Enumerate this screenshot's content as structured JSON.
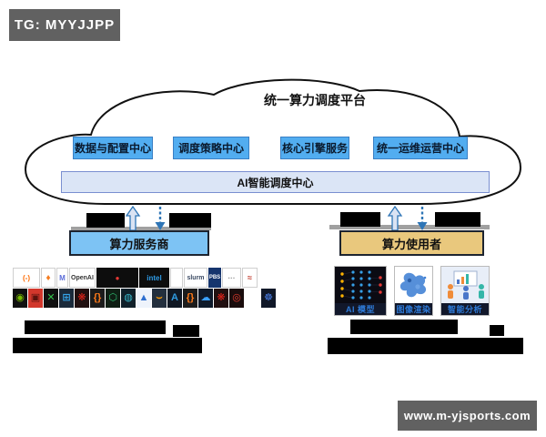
{
  "watermark_top": {
    "label": "TG: MYYJJPP"
  },
  "watermark_bottom": {
    "label": "www.m-yjsports.com"
  },
  "cloud": {
    "title": "统一算力调度平台",
    "modules": [
      {
        "label": "数据与配置中心"
      },
      {
        "label": "调度策略中心"
      },
      {
        "label": "核心引擎服务"
      },
      {
        "label": "统一运维运营中心"
      }
    ],
    "ai_center": "AI智能调度中心"
  },
  "provider": {
    "label": "算力服务商",
    "logos_row1": [
      {
        "name": "alibaba-cloud-logo",
        "glyph": "(-)",
        "bg": "#ffffff",
        "color": "#ff6a00",
        "w": 30,
        "fs": 8
      },
      {
        "name": "orange-bird-logo",
        "glyph": "♦",
        "bg": "#ffffff",
        "color": "#f57c1f",
        "w": 16,
        "fs": 10
      },
      {
        "name": "mt-logo",
        "glyph": "M",
        "bg": "#ffffff",
        "color": "#5a6bd8",
        "w": 13,
        "fs": 8
      },
      {
        "name": "openai-logo",
        "glyph": "OpenAI",
        "bg": "#ffffff",
        "color": "#333333",
        "w": 29,
        "fs": 7
      },
      {
        "name": "dark-red-dot-logo",
        "glyph": "●",
        "bg": "#0d0d0d",
        "color": "#e53935",
        "w": 46,
        "fs": 8
      },
      {
        "name": "intel-logo",
        "glyph": "intel",
        "bg": "#0d0d0d",
        "color": "#2e9be6",
        "w": 33,
        "fs": 8
      },
      {
        "name": "spacer",
        "glyph": "",
        "bg": "#ffffff",
        "color": "#ffffff",
        "w": 14,
        "fs": 7
      },
      {
        "name": "slurm-logo",
        "glyph": "slurm",
        "bg": "#ffffff",
        "color": "#3b4a63",
        "w": 26,
        "fs": 7
      },
      {
        "name": "pbs-logo",
        "glyph": "PBS",
        "bg": "#16356e",
        "color": "#ffffff",
        "w": 14,
        "fs": 6
      },
      {
        "name": "hpc-wordmark-logo",
        "glyph": "···",
        "bg": "#ffffff",
        "color": "#8a8a8a",
        "w": 21,
        "fs": 8
      },
      {
        "name": "red-wordmark-logo",
        "glyph": "≈",
        "bg": "#ffffff",
        "color": "#c0392b",
        "w": 17,
        "fs": 9
      }
    ],
    "logos_row2": [
      {
        "name": "nvidia-logo",
        "glyph": "◉",
        "bg": "#101010",
        "color": "#76b900"
      },
      {
        "name": "red-square-logo",
        "glyph": "▣",
        "bg": "#d2372c",
        "color": "#5a120d"
      },
      {
        "name": "green-x-logo",
        "glyph": "✕",
        "bg": "#101010",
        "color": "#35c24a"
      },
      {
        "name": "microsoft-logo",
        "glyph": "⊞",
        "bg": "#1b2a3a",
        "color": "#35a4e8"
      },
      {
        "name": "huawei-logo",
        "glyph": "❋",
        "bg": "#221010",
        "color": "#e2231a"
      },
      {
        "name": "orange-braces-logo",
        "glyph": "{}",
        "bg": "#1c1c1c",
        "color": "#ff7a1a"
      },
      {
        "name": "green-hexagon-logo",
        "glyph": "⬡",
        "bg": "#0f1f14",
        "color": "#2fbf71"
      },
      {
        "name": "globe-logo",
        "glyph": "◍",
        "bg": "#10202a",
        "color": "#39b6c9"
      },
      {
        "name": "blue-triangle-logo",
        "glyph": "▲",
        "bg": "#eef3fb",
        "color": "#2e6fd0"
      },
      {
        "name": "aws-logo",
        "glyph": "⌣",
        "bg": "#232f3e",
        "color": "#ff9900"
      },
      {
        "name": "azure-logo",
        "glyph": "A",
        "bg": "#101824",
        "color": "#2f9ae0"
      },
      {
        "name": "orange-braces-logo-2",
        "glyph": "{}",
        "bg": "#1c1c1c",
        "color": "#ff7a1a"
      },
      {
        "name": "blue-cloud-logo",
        "glyph": "☁",
        "bg": "#0f1a2a",
        "color": "#3aa0ff"
      },
      {
        "name": "huawei-logo-2",
        "glyph": "❋",
        "bg": "#221010",
        "color": "#e2231a"
      },
      {
        "name": "red-ring-logo",
        "glyph": "◎",
        "bg": "#1a0d0d",
        "color": "#e23b2e"
      },
      {
        "name": "kubernetes-logo",
        "glyph": "☸",
        "bg": "#101828",
        "color": "#4a7fe8",
        "gap": 18
      }
    ]
  },
  "consumer": {
    "label": "算力使用者",
    "use_cases": [
      {
        "name": "ai-model",
        "caption": "AI 模型"
      },
      {
        "name": "image-rendering",
        "caption": "图像渲染"
      },
      {
        "name": "intelligent-analysis",
        "caption": "智能分析"
      }
    ]
  },
  "colors": {
    "module_fill": "#52adf0",
    "module_border": "#3a7fc4",
    "ai_bar_fill": "#dbe5f6",
    "provider_fill": "#7dc3f4",
    "consumer_fill": "#e9c87d",
    "arrow_blue": "#2e75b6",
    "watermark_bg": "#616161"
  }
}
